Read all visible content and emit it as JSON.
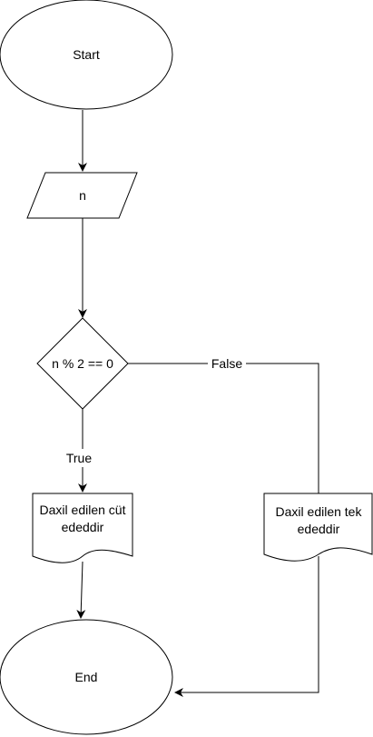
{
  "diagram": {
    "type": "flowchart",
    "nodes": {
      "start": {
        "shape": "ellipse",
        "label": "Start"
      },
      "input": {
        "shape": "parallelogram",
        "label": "n"
      },
      "condition": {
        "shape": "diamond",
        "label": "n % 2 == 0"
      },
      "even_output": {
        "shape": "document",
        "lines": [
          "Daxil edilen cüt",
          "ededdir"
        ]
      },
      "odd_output": {
        "shape": "document",
        "lines": [
          "Daxil edilen tek",
          "ededdir"
        ]
      },
      "end": {
        "shape": "ellipse",
        "label": "End"
      }
    },
    "edges": [
      {
        "from": "start",
        "to": "input",
        "label": ""
      },
      {
        "from": "input",
        "to": "condition",
        "label": ""
      },
      {
        "from": "condition",
        "to": "even_output",
        "label": "True"
      },
      {
        "from": "condition",
        "to": "odd_output",
        "label": "False"
      },
      {
        "from": "even_output",
        "to": "end",
        "label": ""
      },
      {
        "from": "odd_output",
        "to": "end",
        "label": ""
      }
    ],
    "colors": {
      "stroke": "#000000",
      "fill": "#ffffff",
      "text": "#000000"
    }
  }
}
